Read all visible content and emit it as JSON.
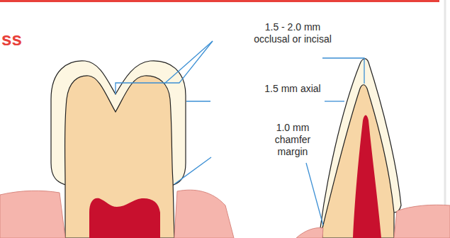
{
  "diagram": {
    "labels": [
      "ss",
      "1.5 - 2.0 mm occlusal or incisal",
      "1.5 mm axial",
      "1.0 mm chamfer margin"
    ]
  }
}
